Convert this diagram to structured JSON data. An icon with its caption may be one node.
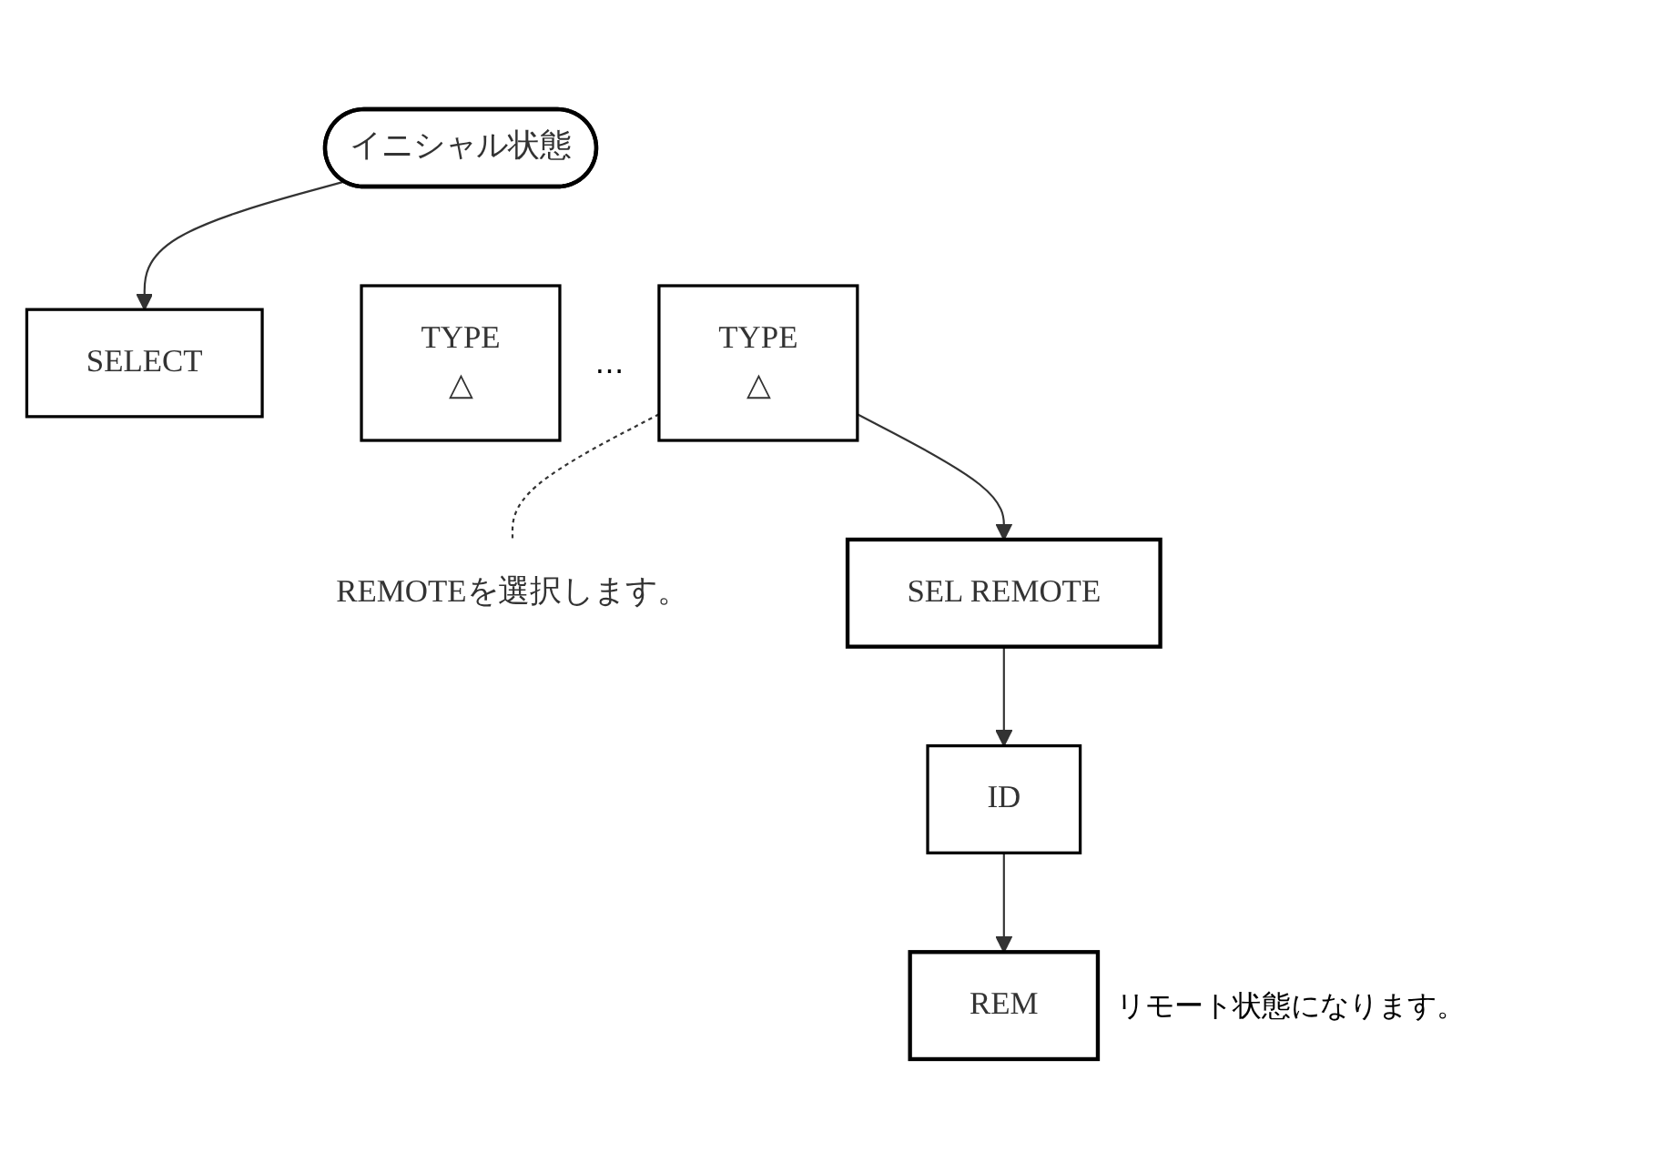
{
  "diagram": {
    "nodes": [
      {
        "text": [
          "イニシャル状態"
        ]
      },
      {
        "text": [
          "SELECT"
        ]
      },
      {
        "text": [
          "TYPE",
          "△"
        ]
      },
      {
        "text": [
          "TYPE",
          "△"
        ]
      },
      {
        "text": [
          "REMOTEを選択します。"
        ]
      },
      {
        "text": [
          "SEL REMOTE"
        ]
      },
      {
        "text": [
          "ID"
        ]
      },
      {
        "text": [
          "REM"
        ],
        "beside": [
          "リモート状態になります。"
        ]
      }
    ],
    "edges": [
      {
        "from": 0,
        "to": 1,
        "arrow": "to"
      },
      {
        "from": 3,
        "to": 4,
        "arrow": "none",
        "style": "dashed"
      },
      {
        "from": 3,
        "to": 5,
        "arrow": "to"
      },
      {
        "from": 5,
        "to": 6,
        "arrow": "to"
      },
      {
        "from": 6,
        "to": 7,
        "arrow": "to"
      }
    ],
    "labels": [
      "…"
    ]
  }
}
